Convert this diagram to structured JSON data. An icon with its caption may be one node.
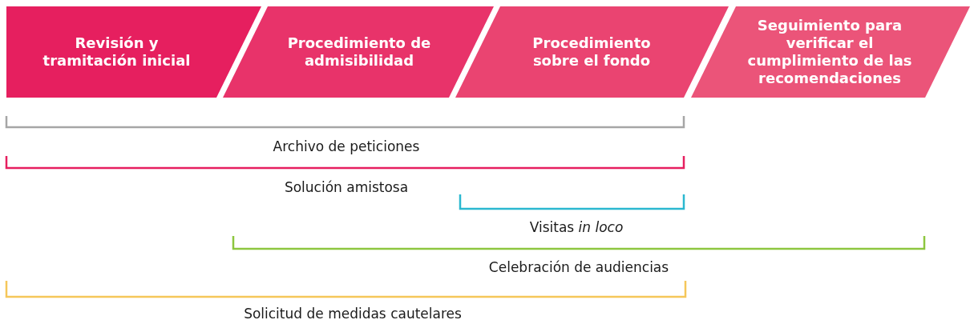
{
  "diagram": {
    "nodes": [
      {
        "text": [
          "Revisión y tramitación inicial"
        ]
      },
      {
        "text": [
          "Procedimiento de admisibilidad"
        ]
      },
      {
        "text": [
          "Procedimiento sobre el fondo"
        ]
      },
      {
        "text": [
          "Seguimiento para verificar el cumplimiento de las recomendaciones"
        ]
      }
    ],
    "edges": [],
    "labels": [
      "Archivo de peticiones",
      "Solución amistosa",
      "Visitas *in loco*",
      "Celebración de audiencias",
      "Solicitud de medidas cautelares"
    ]
  }
}
